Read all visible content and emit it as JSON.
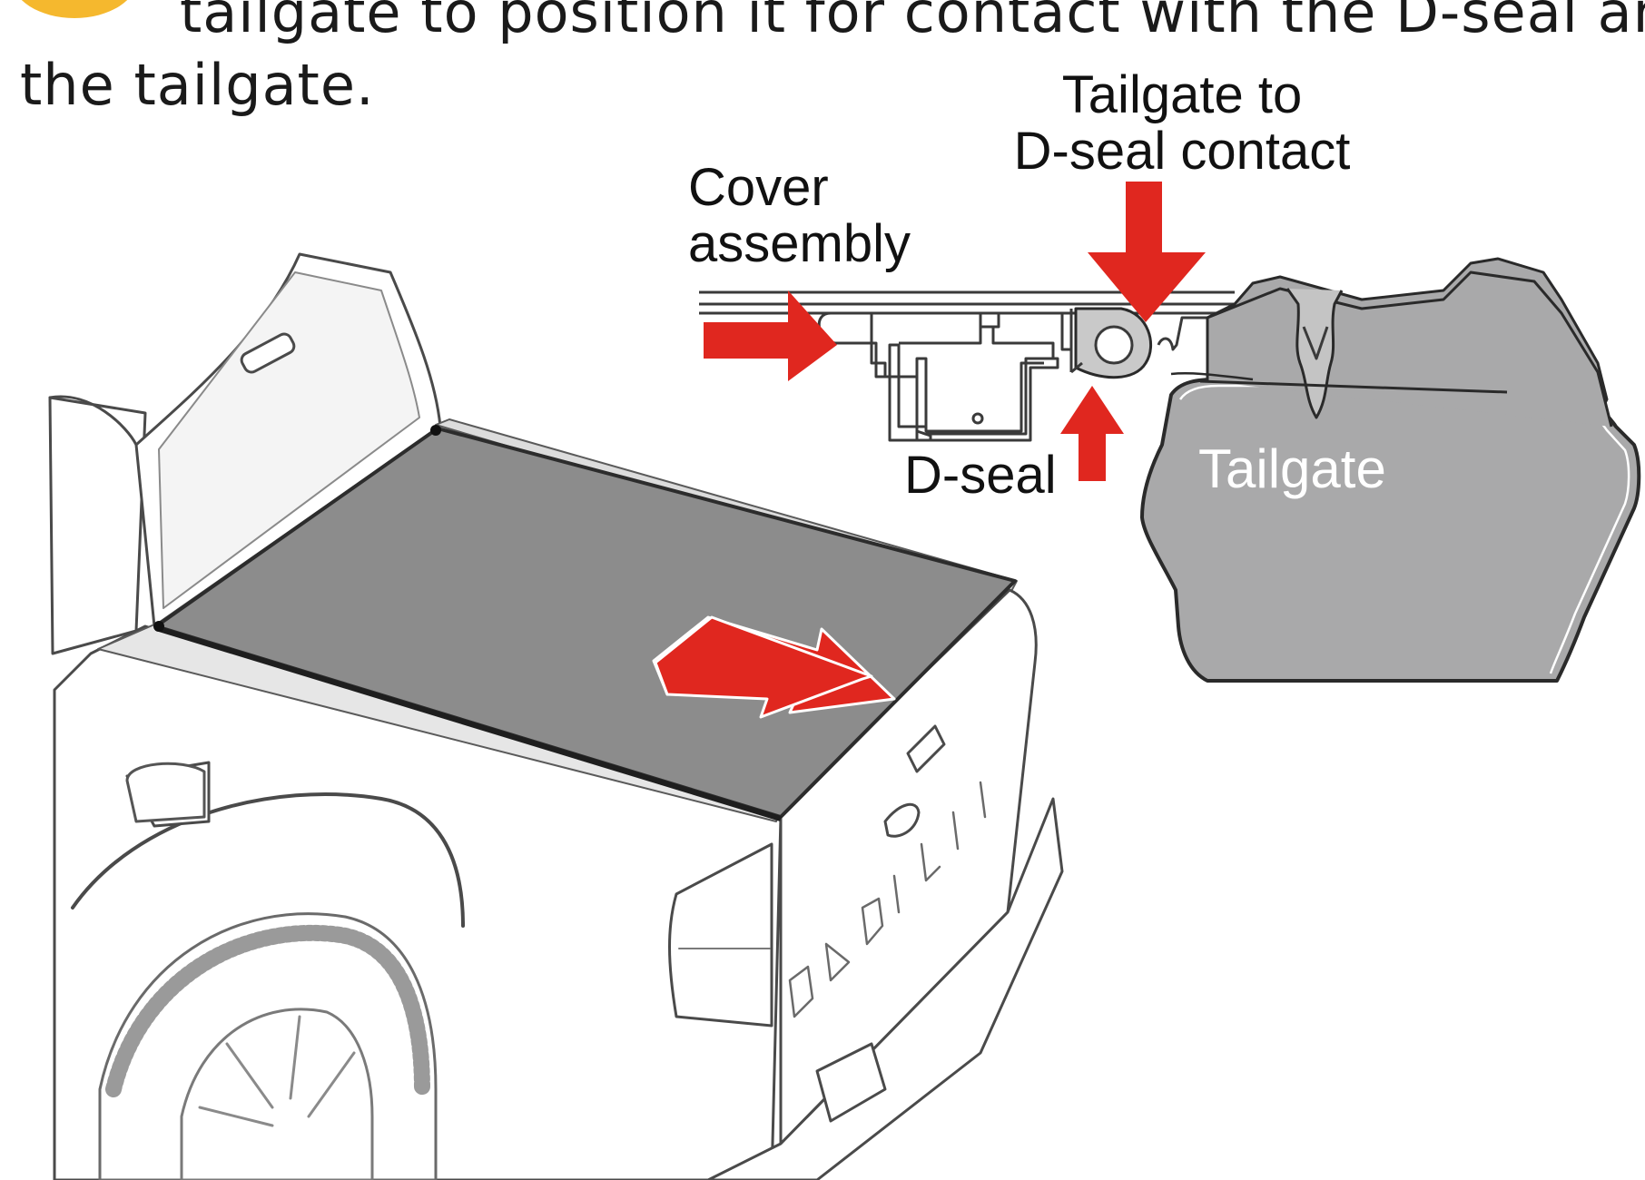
{
  "instruction": {
    "line1": "tailgate to position it for contact with the D-seal and",
    "line2": "the tailgate."
  },
  "labels": {
    "tailgate_contact_line1": "Tailgate to",
    "tailgate_contact_line2": "D-seal contact",
    "cover_assembly_line1": "Cover",
    "cover_assembly_line2": "assembly",
    "d_seal": "D-seal",
    "tailgate": "Tailgate"
  },
  "colors": {
    "arrow": "#e0271f",
    "cover": "#8c8c8c",
    "tailgate_fill": "#a9a9aa",
    "step_badge": "#f5b82e",
    "line": "#3a3a3a"
  }
}
